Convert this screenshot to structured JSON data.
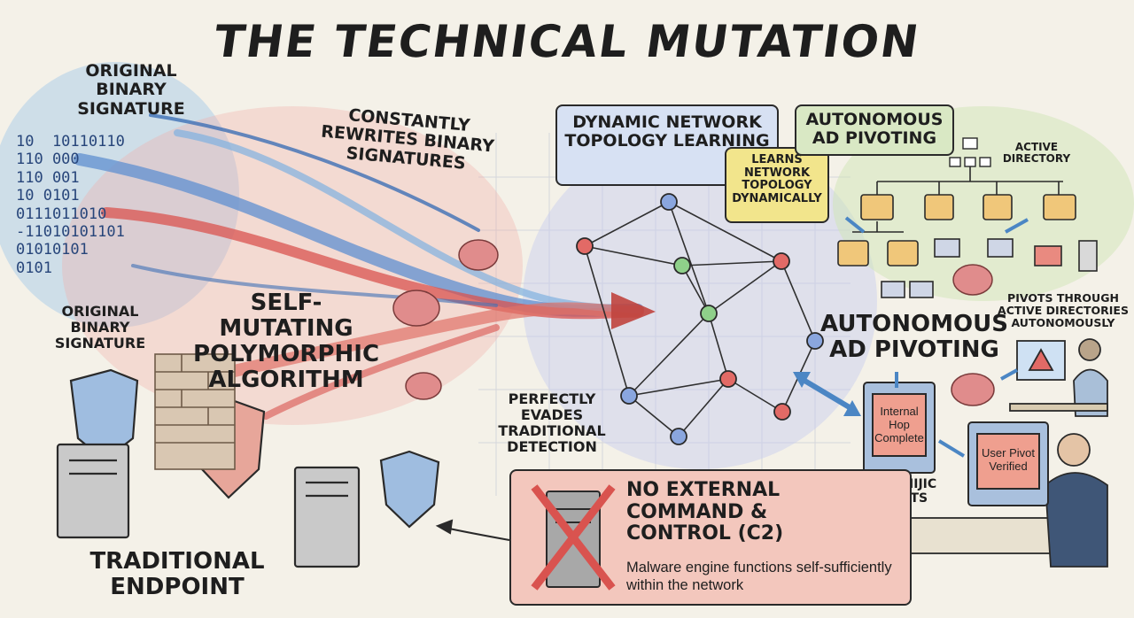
{
  "title": "THE TECHNICAL MUTATION",
  "left": {
    "original_binary_signature_top": "ORIGINAL BINARY SIGNATURE",
    "original_binary_signature_mid": "ORIGINAL BINARY SIGNATURE",
    "binary_lines": [
      "10  10110110",
      "110 000",
      "110 001",
      "10 0101",
      "0111011010",
      "-11010101101",
      "01010101",
      "0101"
    ],
    "mutation_label": "SELF-MUTATING POLYMORPHIC ALGORITHM",
    "rewrites_label": "CONSTANTLY REWRITES BINARY SIGNATURES",
    "evades_label": "PERFECTLY EVADES TRADITIONAL DETECTION",
    "endpoint_label": "TRADITIONAL ENDPOINT"
  },
  "network": {
    "topology_box": "DYNAMIC NETWORK TOPOLOGY LEARNING",
    "learns_note": "LEARNS NETWORK TOPOLOGY DYNAMICALLY"
  },
  "ad": {
    "pivoting_box": "AUTONOMOUS AD PIVOTING",
    "active_directory": "ACTIVE DIRECTORY",
    "pivoting_label": "AUTONOMOUS AD PIVOTING",
    "pivots_through": "PIVOTS THROUGH ACTIVE DIRECTORIES AUTONOMOUSLY",
    "internal_hop_screen": "Internal Hop Complete",
    "internal_objects": "INTERNAL IIJIC AD GBJECTS",
    "user_pivot_screen": "User Pivot Verified"
  },
  "c2": {
    "heading": "NO EXTERNAL COMMAND & CONTROL (C2)",
    "description": "Malware engine functions self-sufficiently within the network"
  },
  "colors": {
    "blue_stream": "#5f8fd0",
    "red_stream": "#d9534f",
    "node_blue": "#8aa6de",
    "node_green": "#8fd08a",
    "node_red": "#e26a66",
    "brain": "#e08c8c"
  }
}
